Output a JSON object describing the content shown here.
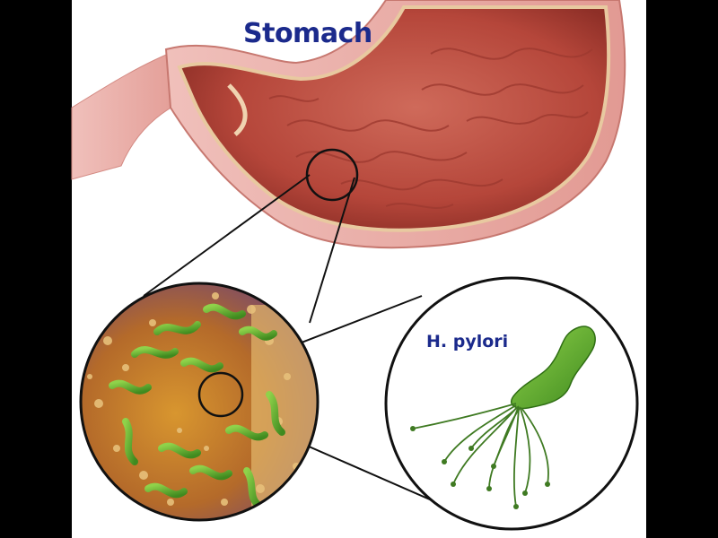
{
  "labels": {
    "stomach": "Stomach",
    "bacterium": "H. pylori"
  },
  "colors": {
    "background": "#ffffff",
    "side_bars": "#000000",
    "label_text": "#1b2a8c",
    "stomach_wall": "#e9a6a0",
    "stomach_lining": "#b94a3c",
    "bacteria_green": "#5fae2e",
    "mucosa_orange": "#c9832e"
  },
  "icons": {
    "stomach": "stomach-illustration",
    "magnifier_small": "zoom-circle-icon",
    "magnifier_large": "magnified-surface-icon",
    "bacterium": "helicobacter-bacterium-icon"
  }
}
